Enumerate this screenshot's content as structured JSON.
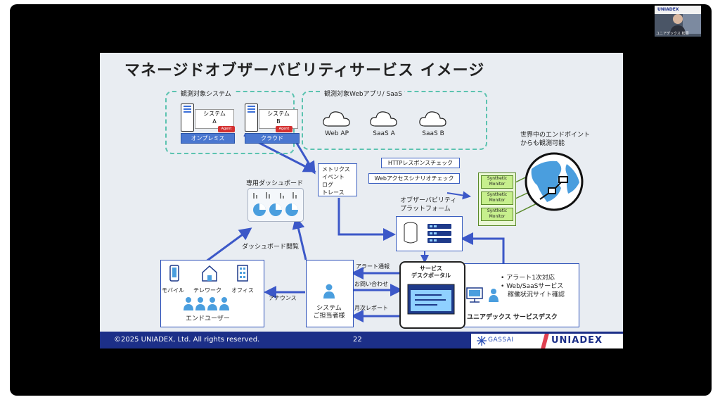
{
  "slide": {
    "title": "マネージドオブザーバビリティサービス イメージ",
    "groups": {
      "observed_systems": "観測対象システム",
      "observed_web": "観測対象Webアプリ/ SaaS"
    },
    "systems": [
      {
        "line1": "システム",
        "line2": "A",
        "tag": "オンプレミス",
        "agent": "Agent"
      },
      {
        "line1": "システム",
        "line2": "B",
        "tag": "クラウド",
        "agent": "Agent"
      }
    ],
    "clouds": [
      "Web AP",
      "SaaS A",
      "SaaS B"
    ],
    "telemetry": [
      "メトリクス",
      "イベント",
      "ログ",
      "トレース"
    ],
    "checks": [
      "HTTPレスポンスチェック",
      "Webアクセスシナリオチェック"
    ],
    "endpoint_note": [
      "世界中のエンドポイント",
      "からも観測可能"
    ],
    "synthetic": [
      "Synthetic Monitor",
      "Synthetic Monitor",
      "Synthetic Monitor"
    ],
    "dashboard": "専用ダッシュボード",
    "platform": [
      "オブザーバビリティ",
      "プラットフォーム"
    ],
    "dashboard_view": "ダッシュボード閲覧",
    "users": {
      "mobile": "モバイル",
      "telework": "テレワーク",
      "office": "オフィス",
      "end_user": "エンドユーザー"
    },
    "announce": "アナウンス",
    "contact": [
      "システム",
      "ご担当者様"
    ],
    "flows": {
      "alert": "アラート通報",
      "inquiry": "お問い合わせ",
      "report": "月次レポート"
    },
    "portal": [
      "サービス",
      "デスクポータル"
    ],
    "servicedesk": {
      "items": [
        "アラート1次対応",
        "Web/SaaSサービス",
        "稼働状況サイト確認"
      ],
      "bullets": [
        "•",
        "•"
      ],
      "name": "ユニアデックス サービスデスク"
    },
    "footer": {
      "copyright": "©2025 UNIADEX, Ltd. All rights reserved.",
      "page": "22",
      "logo_gassai": "GASSAI",
      "logo_uniadex": "UNIADEX"
    }
  },
  "video": {
    "brand": "UNIADEX",
    "speaker": "ユニアデックス 松岡"
  },
  "colors": {
    "arrow": "#3c58c8",
    "dashed_group": "#5cc3b0",
    "footer": "#1c2f88",
    "synthetic": "#c7ef8d"
  }
}
